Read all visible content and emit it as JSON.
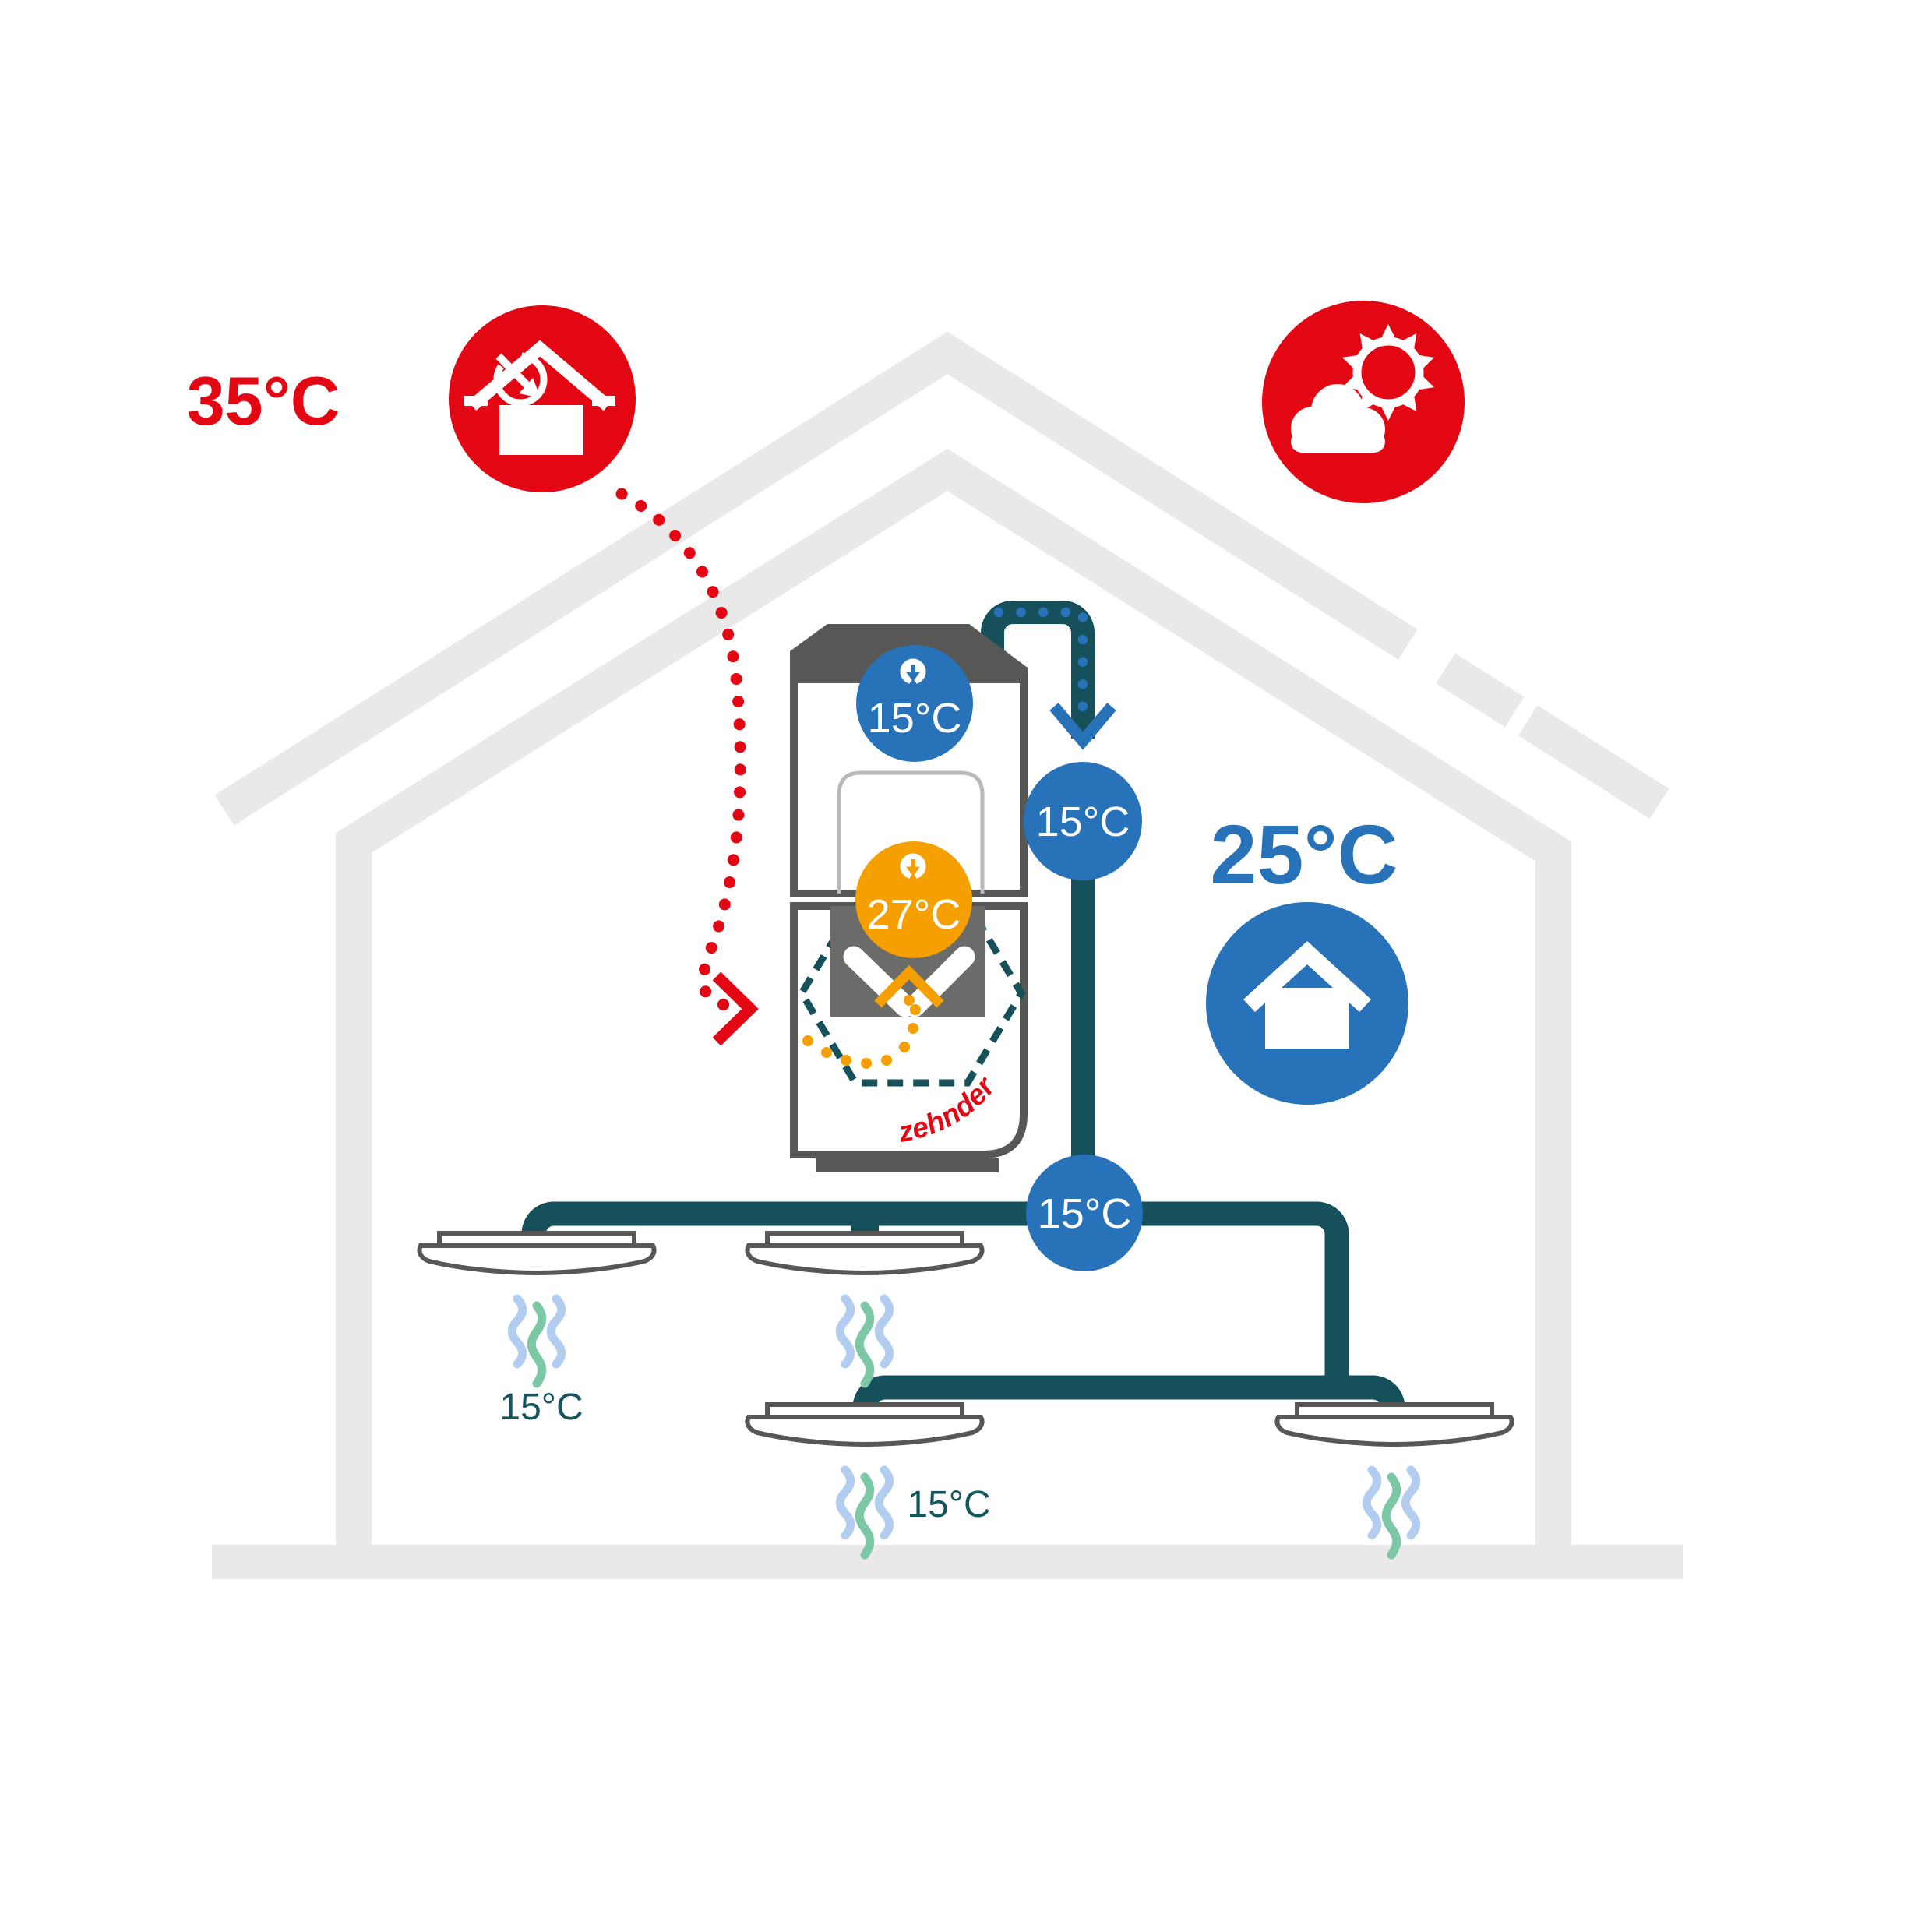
{
  "scene": {
    "outdoor": {
      "temp_label": "35°C",
      "icon": "house-exhaust-arrow-icon"
    },
    "weather": {
      "icon": "sun-cloud-icon"
    },
    "indoor": {
      "temp_label": "25°C",
      "icon": "house-icon"
    },
    "unit": {
      "brand": "zehnder",
      "supply_in_temp": "15°C",
      "extract_temp": "27°C",
      "icon_supply": "down-arrow-circle-icon",
      "icon_extract": "down-arrow-circle-icon"
    },
    "duct": {
      "drop_temp": "15°C",
      "junction_temp": "15°C"
    },
    "rooms": {
      "outlet1_temp": "15°C",
      "outlet2_temp": "15°C"
    },
    "colors": {
      "red": "#e30613",
      "blue": "#2772b8",
      "orange": "#f5a000",
      "teal_pipe": "#16505a",
      "teal_text": "#14565c",
      "house_gray": "#e9e9e9",
      "dark_gray": "#575756",
      "panel_gray": "#6b6b6a",
      "wave_blue": "#b3cdf0",
      "wave_green": "#7cc7a5",
      "hx_outline_gray": "#b9b9b9"
    }
  }
}
